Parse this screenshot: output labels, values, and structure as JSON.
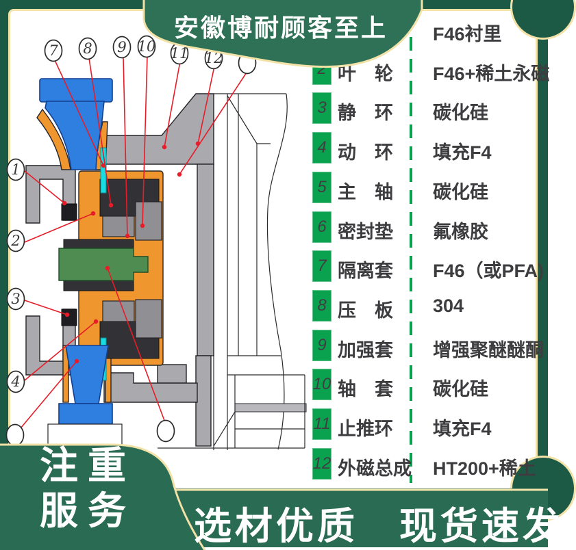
{
  "banner": {
    "text": "安徽博耐顾客至上"
  },
  "footer": {
    "slogan_left_line1": "注重",
    "slogan_left_line2": "服务",
    "slogan_bottom": "选材优质　现货速发"
  },
  "table": {
    "rows": [
      {
        "num": "",
        "name": "",
        "material": "F46衬里"
      },
      {
        "num": "2",
        "name": "叶　轮",
        "material": "F46+稀土永磁"
      },
      {
        "num": "3",
        "name": "静　环",
        "material": "碳化硅"
      },
      {
        "num": "4",
        "name": "动　环",
        "material": "填充F4"
      },
      {
        "num": "5",
        "name": "主　轴",
        "material": "碳化硅"
      },
      {
        "num": "6",
        "name": "密封垫",
        "material": "氟橡胶"
      },
      {
        "num": "7",
        "name": "隔离套",
        "material": "F46（或PFA)"
      },
      {
        "num": "8",
        "name": "压　板",
        "material": "304"
      },
      {
        "num": "9",
        "name": "加强套",
        "material": "增强聚醚醚酮"
      },
      {
        "num": "10",
        "name": "轴　套",
        "material": "碳化硅"
      },
      {
        "num": "11",
        "name": "止推环",
        "material": "填充F4"
      },
      {
        "num": "12",
        "name": "外磁总成",
        "material": "HT200+稀土"
      }
    ]
  },
  "diagram": {
    "type": "magnetic-drive pump cross-section",
    "callout_labels": [
      "1",
      "2",
      "3",
      "4",
      "7",
      "8",
      "9",
      "10",
      "11",
      "12"
    ]
  },
  "colors": {
    "frame_green": "#1d5a46",
    "banner_green": "#2e7157",
    "band_green": "#2a6b54",
    "cream_border": "#f2e2a8",
    "table_green": "#0aa24e",
    "text_dark": "#3d3d40",
    "leader_red": "#e71c28",
    "pump_casing_gray": "#a9a9ae",
    "pump_lining_orange": "#f0962f",
    "pump_magnet_dark": "#323236",
    "pump_shaft_green": "#4f8c52",
    "pump_flange_blue": "#2f7fe0",
    "pump_sleeve_cyan": "#19dbe2"
  }
}
